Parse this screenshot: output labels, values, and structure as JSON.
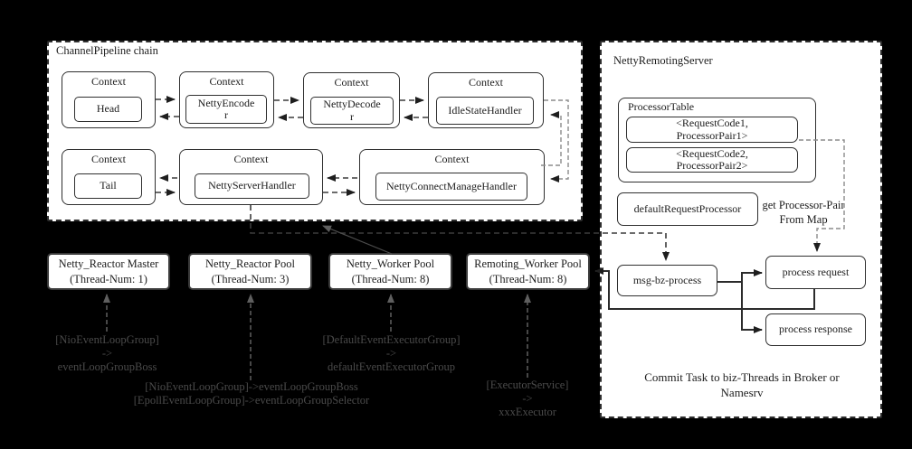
{
  "colors": {
    "background": "#000000",
    "panel_fill": "#ffffff",
    "border": "#2f2f2f",
    "dark_arrow": "#1e1e1e",
    "gray_wire": "#8c8c8c",
    "annotation_text": "#4a4a4a"
  },
  "pipeline": {
    "title": "ChannelPipeline chain",
    "contexts": [
      {
        "title": "Context",
        "inner": "Head"
      },
      {
        "title": "Context",
        "inner": "NettyEncoder"
      },
      {
        "title": "Context",
        "inner": "NettyDecoder"
      },
      {
        "title": "Context",
        "inner": "IdleStateHandler"
      },
      {
        "title": "Context",
        "inner": "Tail"
      },
      {
        "title": "Context",
        "inner": "NettyServerHandler"
      },
      {
        "title": "Context",
        "inner": "NettyConnectManageHandler"
      }
    ]
  },
  "server": {
    "title": "NettyRemotingServer",
    "processor_table": {
      "title": "ProcessorTable",
      "entries": [
        "<RequestCode1, ProcessorPair1>",
        "<RequestCode2, ProcessorPair2>"
      ]
    },
    "default_processor": "defaultRequestProcessor",
    "msg_process": "msg-bz-process",
    "process_request": "process request",
    "process_response": "process response",
    "get_pair_lines": [
      "get Processor-Pair",
      "From Map"
    ],
    "commit_lines": [
      "Commit Task to biz-Threads in Broker or",
      "Namesrv"
    ]
  },
  "pools": [
    {
      "name": "Netty_Reactor Master",
      "threads": "(Thread-Num: 1)"
    },
    {
      "name": "Netty_Reactor Pool",
      "threads": "(Thread-Num: 3)"
    },
    {
      "name": "Netty_Worker Pool",
      "threads": "(Thread-Num: 8)"
    },
    {
      "name": "Remoting_Worker Pool",
      "threads": "(Thread-Num: 8)"
    }
  ],
  "annotations": [
    {
      "lines": [
        "[NioEventLoopGroup]",
        "->",
        "eventLoopGroupBoss"
      ]
    },
    {
      "lines": [
        "[NioEventLoopGroup]->eventLoopGroupBoss",
        "[EpollEventLoopGroup]->eventLoopGroupSelector"
      ]
    },
    {
      "lines": [
        "[DefaultEventExecutorGroup]",
        "->",
        "defaultEventExecutorGroup"
      ]
    },
    {
      "lines": [
        "[ExecutorService]",
        "->",
        "xxxExecutor"
      ]
    }
  ]
}
